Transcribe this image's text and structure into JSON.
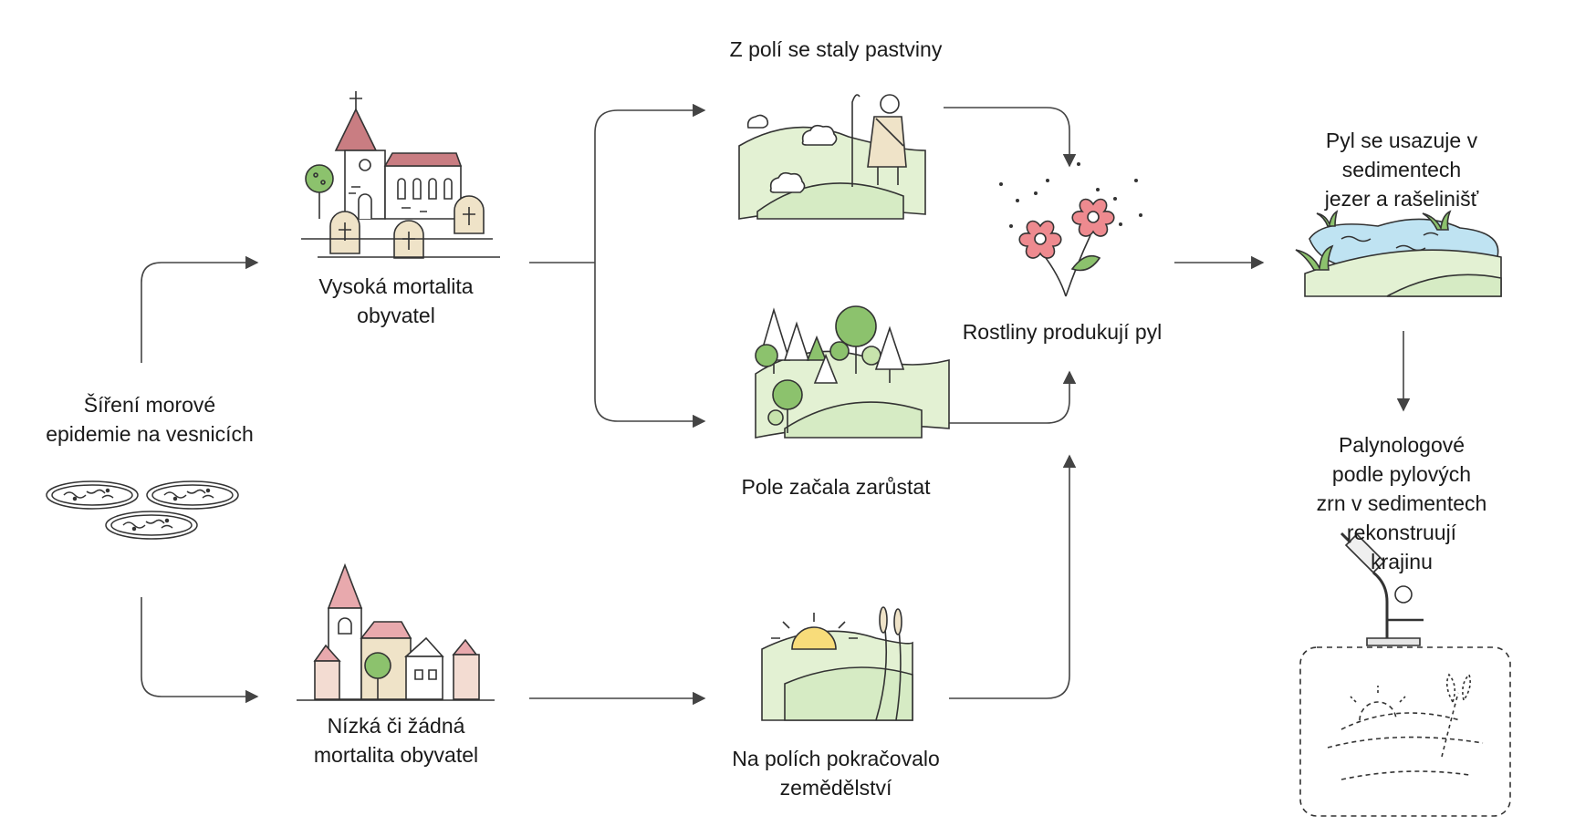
{
  "nodes": {
    "plague": {
      "label": "Šíření morové\nepidemie na vesnicích",
      "icon": "petri-dishes-icon"
    },
    "high_mortality": {
      "label": "Vysoká mortalita\nobyvatel",
      "icon": "church-graveyard-icon"
    },
    "low_mortality": {
      "label": "Nízká či žádná\nmortalita obyvatel",
      "icon": "village-icon"
    },
    "pastures": {
      "label": "Z polí se staly pastviny",
      "icon": "shepherd-sheep-icon"
    },
    "overgrown": {
      "label": "Pole začala zarůstat",
      "icon": "forest-hills-icon"
    },
    "farming": {
      "label": "Na polích pokračovalo\nzemědělství",
      "icon": "sun-wheat-field-icon"
    },
    "pollen": {
      "label": "Rostliny produkují pyl",
      "icon": "pollen-flowers-icon"
    },
    "sediment": {
      "label": "Pyl se usazuje v sedimentech\njezer a rašelinišť",
      "icon": "lake-reeds-icon"
    },
    "palynology": {
      "label": "Palynologové podle pylových\nzrn v sedimentech\nrekonstruují krajinu",
      "icon": "microscope-landscape-icon"
    }
  },
  "edges": [
    {
      "from": "plague",
      "to": "high_mortality"
    },
    {
      "from": "plague",
      "to": "low_mortality"
    },
    {
      "from": "high_mortality",
      "to": "pastures"
    },
    {
      "from": "high_mortality",
      "to": "overgrown"
    },
    {
      "from": "low_mortality",
      "to": "farming"
    },
    {
      "from": "pastures",
      "to": "pollen"
    },
    {
      "from": "overgrown",
      "to": "pollen"
    },
    {
      "from": "farming",
      "to": "pollen"
    },
    {
      "from": "pollen",
      "to": "sediment"
    },
    {
      "from": "sediment",
      "to": "palynology"
    }
  ],
  "colors": {
    "line": "#444444",
    "hill": "#e3f1d3",
    "hill_line": "#3a3a3a",
    "tree_green": "#8cc26d",
    "flower_pink": "#ee8a8f",
    "roof_pink": "#e8a9ad",
    "stone": "#efe3c8",
    "water": "#bfe3f2",
    "sun": "#f8dc7a"
  }
}
